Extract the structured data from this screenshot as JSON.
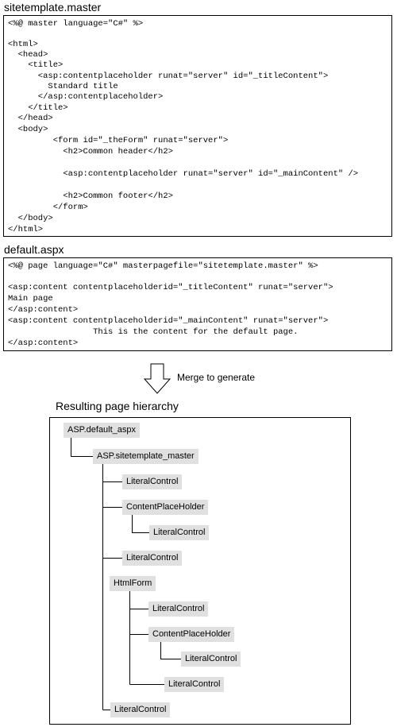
{
  "master_file": {
    "title": "sitetemplate.master",
    "lines": [
      "<%@ master language=\"C#\" %>",
      "",
      "<html>",
      "  <head>",
      "    <title>",
      "      <asp:contentplaceholder runat=\"server\" id=\"_titleContent\">",
      "        Standard title",
      "      </asp:contentplaceholder>",
      "    </title>",
      "  </head>",
      "  <body>",
      "         <form id=\"_theForm\" runat=\"server\">",
      "           <h2>Common header</h2>",
      "",
      "           <asp:contentplaceholder runat=\"server\" id=\"_mainContent\" />",
      "",
      "           <h2>Common footer</h2>",
      "         </form>",
      "  </body>",
      "</html>"
    ]
  },
  "default_file": {
    "title": "default.aspx",
    "lines": [
      "<%@ page language=\"C#\" masterpagefile=\"sitetemplate.master\" %>",
      "",
      "<asp:content contentplaceholderid=\"_titleContent\" runat=\"server\">",
      "Main page",
      "</asp:content>",
      "<asp:content contentplaceholderid=\"_mainContent\" runat=\"server\">",
      "                 This is the content for the default page.",
      "</asp:content>"
    ]
  },
  "merge_label": "Merge to generate",
  "tree": {
    "title": "Resulting page hierarchy",
    "nodes": [
      "ASP.default_aspx",
      "ASP.sitetemplate_master",
      "LiteralControl",
      "ContentPlaceHolder",
      "LiteralControl",
      "LiteralControl",
      "HtmlForm",
      "LiteralControl",
      "ContentPlaceHolder",
      "LiteralControl",
      "LiteralControl",
      "LiteralControl"
    ]
  },
  "colors": {
    "node_fill": "#e0e0e0",
    "line": "#000000",
    "background": "#ffffff"
  }
}
